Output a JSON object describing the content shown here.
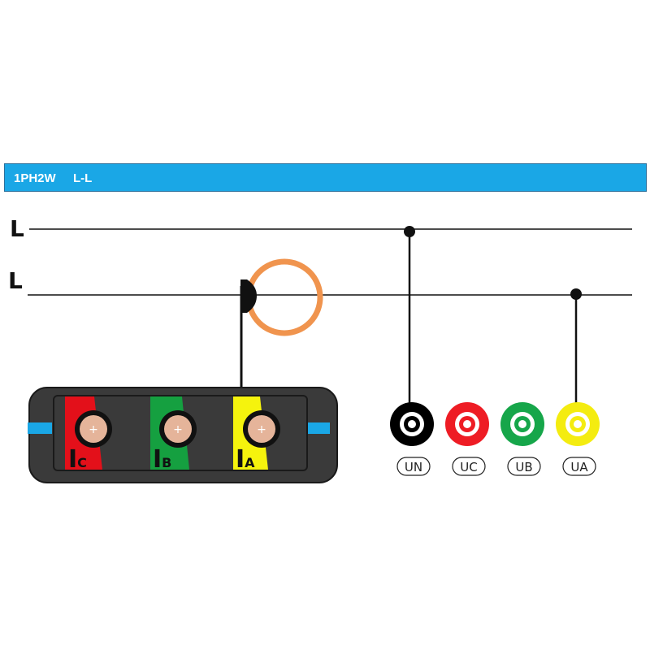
{
  "header": {
    "mode": "1PH2W",
    "connection": "L-L",
    "bar_color": "#1aa7e6"
  },
  "lines": [
    {
      "label": "L"
    },
    {
      "label": "L"
    }
  ],
  "clamp": {
    "color": "#f0944e"
  },
  "current_inputs": [
    {
      "letter": "I",
      "sub": "C",
      "color": "#e3101a"
    },
    {
      "letter": "I",
      "sub": "B",
      "color": "#15a040"
    },
    {
      "letter": "I",
      "sub": "A",
      "color": "#f5f30d"
    }
  ],
  "voltage_terminals": [
    {
      "label": "UN",
      "color": "#000000"
    },
    {
      "label": "UC",
      "color": "#ee1c24"
    },
    {
      "label": "UB",
      "color": "#16a64a"
    },
    {
      "label": "UA",
      "color": "#f4ec10"
    }
  ],
  "device": {
    "body_color": "#3a3a3a",
    "accent_color": "#1aa7e6"
  }
}
